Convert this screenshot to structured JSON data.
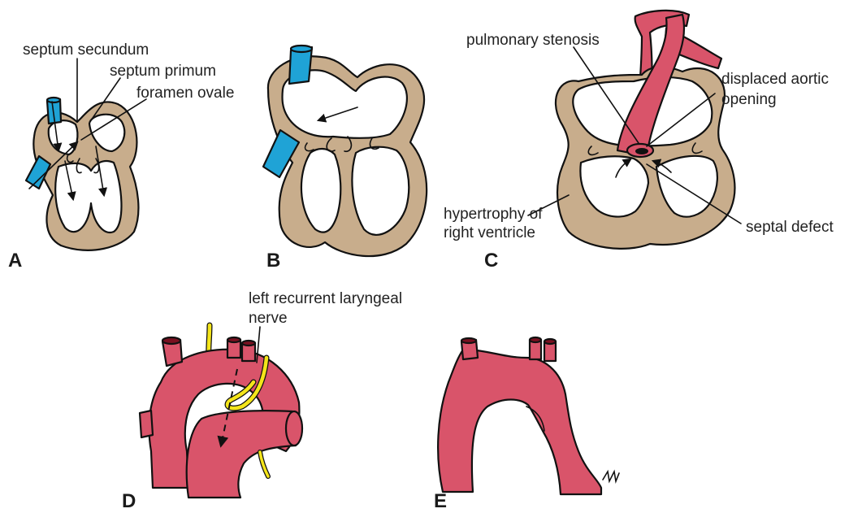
{
  "colors": {
    "tissue": "#c8ad8c",
    "vessel": "#d9546a",
    "vein": "#1fa3d6",
    "nerve": "#f4e51a",
    "lumen": "#ffffff",
    "outline": "#111111"
  },
  "panels": {
    "a": {
      "letter": "A",
      "labels": {
        "septum_secundum": "septum secundum",
        "septum_primum": "septum primum",
        "foramen_ovale": "foramen ovale"
      }
    },
    "b": {
      "letter": "B"
    },
    "c": {
      "letter": "C",
      "labels": {
        "pulmonary_stenosis": "pulmonary stenosis",
        "aortic_1": "displaced aortic",
        "aortic_2": "opening",
        "hypertrophy_1": "hypertrophy of",
        "hypertrophy_2": "right ventricle",
        "septal_defect": "septal defect"
      }
    },
    "d": {
      "letter": "D",
      "labels": {
        "nerve_1": "left recurrent laryngeal",
        "nerve_2": "nerve"
      }
    },
    "e": {
      "letter": "E"
    }
  }
}
